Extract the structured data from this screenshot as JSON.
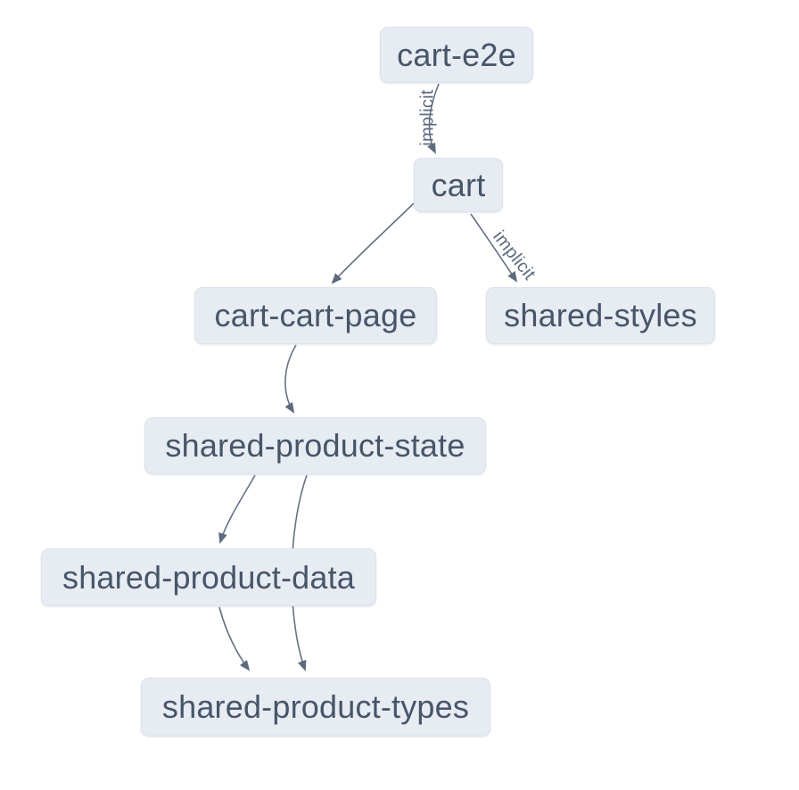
{
  "diagram": {
    "type": "project-dependency-graph",
    "colors": {
      "background": "#ffffff",
      "node_fill": "#e7ebf2",
      "node_border": "#dce2eb",
      "node_text": "#475569",
      "edge": "#667184",
      "edge_label": "#5f6b80"
    },
    "nodes": [
      {
        "id": "cart-e2e",
        "label": "cart-e2e"
      },
      {
        "id": "cart",
        "label": "cart"
      },
      {
        "id": "cart-cart-page",
        "label": "cart-cart-page"
      },
      {
        "id": "shared-styles",
        "label": "shared-styles"
      },
      {
        "id": "shared-product-state",
        "label": "shared-product-state"
      },
      {
        "id": "shared-product-data",
        "label": "shared-product-data"
      },
      {
        "id": "shared-product-types",
        "label": "shared-product-types"
      }
    ],
    "edges": [
      {
        "from": "cart-e2e",
        "to": "cart",
        "type": "implicit",
        "label": "implicit"
      },
      {
        "from": "cart",
        "to": "cart-cart-page",
        "type": "static",
        "label": ""
      },
      {
        "from": "cart",
        "to": "shared-styles",
        "type": "implicit",
        "label": "implicit"
      },
      {
        "from": "cart-cart-page",
        "to": "shared-product-state",
        "type": "static",
        "label": ""
      },
      {
        "from": "shared-product-state",
        "to": "shared-product-data",
        "type": "static",
        "label": ""
      },
      {
        "from": "shared-product-state",
        "to": "shared-product-types",
        "type": "static",
        "label": ""
      },
      {
        "from": "shared-product-data",
        "to": "shared-product-types",
        "type": "static",
        "label": ""
      }
    ]
  }
}
